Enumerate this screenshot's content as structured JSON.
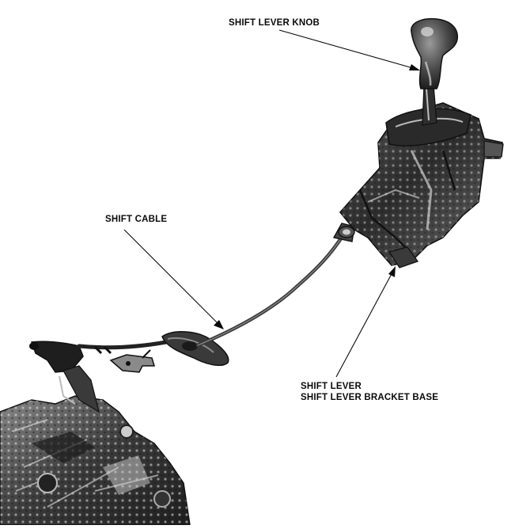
{
  "labels": {
    "knob": "SHIFT LEVER KNOB",
    "cable": "SHIFT CABLE",
    "lever": "SHIFT LEVER",
    "bracket_base": "SHIFT LEVER BRACKET BASE"
  },
  "colors": {
    "ink": "#0a0a0a",
    "metal_dark": "#2a2a2a",
    "metal_mid": "#6e6e6e",
    "metal_light": "#bdbdbd",
    "background": "#ffffff"
  }
}
